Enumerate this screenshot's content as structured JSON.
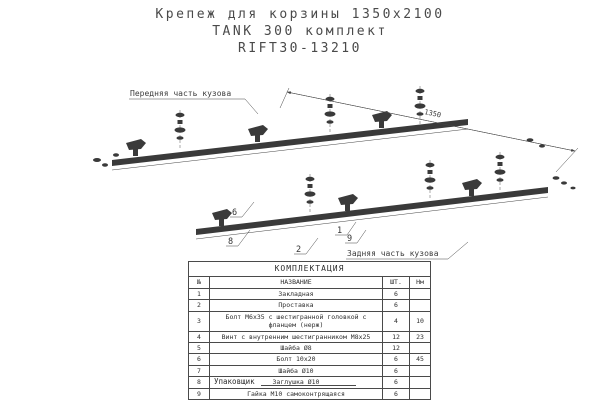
{
  "title": {
    "line1": "Крепеж для корзины 1350х2100",
    "line2": "TANK 300 комплект",
    "line3": "RIFT30-13210"
  },
  "drawing": {
    "front_label": "Передняя часть кузова",
    "rear_label": "Задняя часть кузова",
    "dimension_label": "1350",
    "callouts": [
      "6",
      "8",
      "2",
      "1",
      "9"
    ]
  },
  "table": {
    "title": "КОМПЛЕКТАЦИЯ",
    "columns": [
      "№",
      "НАЗВАНИЕ",
      "ШТ.",
      "Нм"
    ],
    "rows": [
      {
        "num": "1",
        "name": "Закладная",
        "qty": "6",
        "nm": ""
      },
      {
        "num": "2",
        "name": "Проставка",
        "qty": "6",
        "nm": ""
      },
      {
        "num": "3",
        "name": "Болт М6х35 с шестигранной головкой с фланцем (нерж)",
        "qty": "4",
        "nm": "10"
      },
      {
        "num": "4",
        "name": "Винт с внутренним шестигранником М8х25",
        "qty": "12",
        "nm": "23"
      },
      {
        "num": "5",
        "name": "Шайба Ø8",
        "qty": "12",
        "nm": ""
      },
      {
        "num": "6",
        "name": "Болт 10х20",
        "qty": "6",
        "nm": "45"
      },
      {
        "num": "7",
        "name": "Шайба Ø10",
        "qty": "6",
        "nm": ""
      },
      {
        "num": "8",
        "name": "Заглушка Ø10",
        "qty": "6",
        "nm": ""
      },
      {
        "num": "9",
        "name": "Гайка М10 самоконтрящаяся",
        "qty": "6",
        "nm": ""
      }
    ]
  },
  "footer": {
    "packer_label": "Упаковщик"
  }
}
